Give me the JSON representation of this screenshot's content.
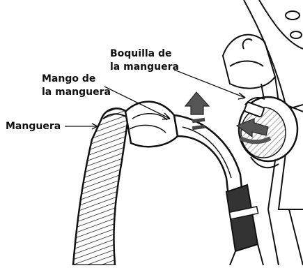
{
  "labels": {
    "boquilla": {
      "line1": "Boquilla de",
      "line2": "la manguera"
    },
    "mango": {
      "line1": "Mango de",
      "line2": "la manguera"
    },
    "manguera": {
      "text": "Manguera"
    }
  },
  "colors": {
    "ink": "#111111",
    "background": "#ffffff",
    "arrow_fill": "#555555",
    "hatch": "#777777"
  }
}
